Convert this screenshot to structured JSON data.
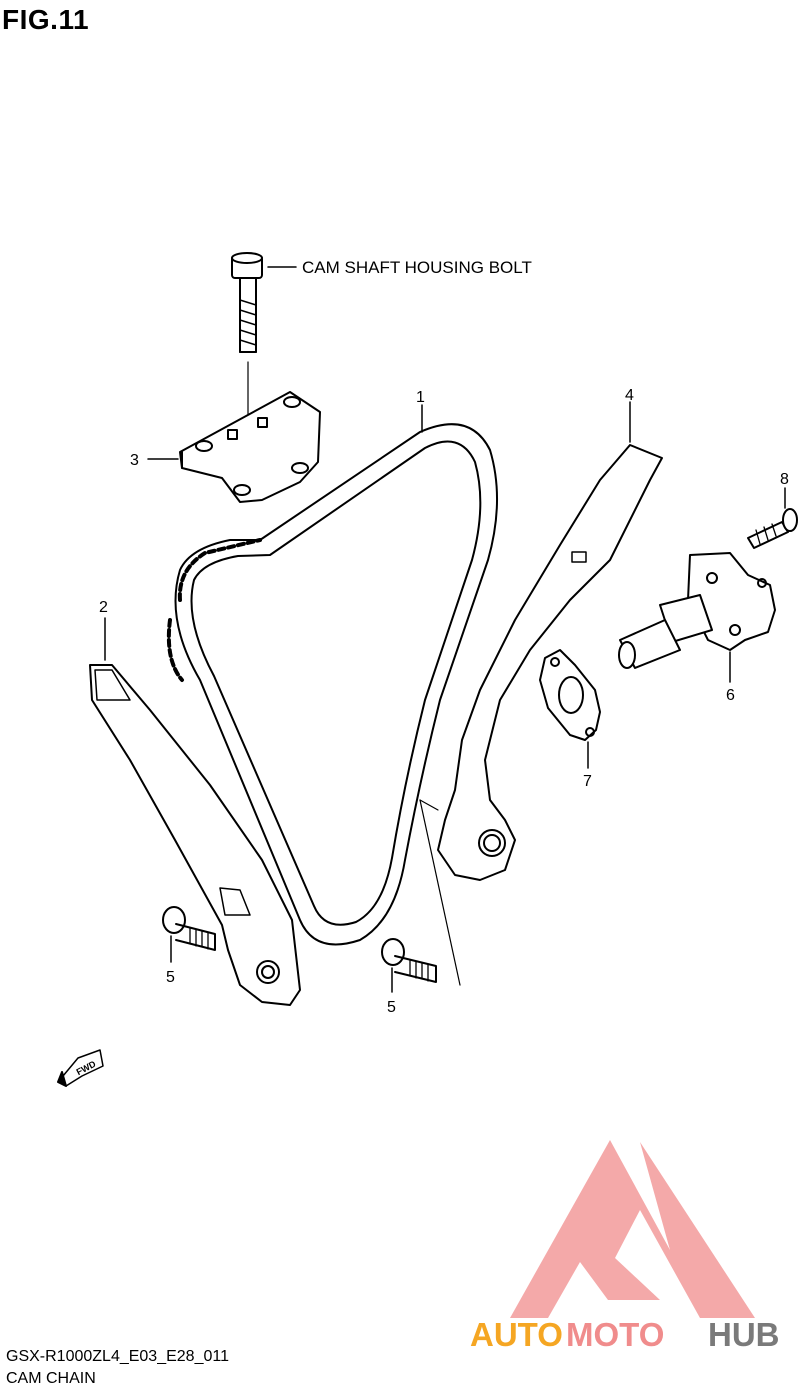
{
  "figure": {
    "title": "FIG.11"
  },
  "callout": {
    "bolt_label": "CAM SHAFT HOUSING BOLT"
  },
  "parts": [
    {
      "ref": "1"
    },
    {
      "ref": "2"
    },
    {
      "ref": "3"
    },
    {
      "ref": "4"
    },
    {
      "ref": "5"
    },
    {
      "ref": "5"
    },
    {
      "ref": "6"
    },
    {
      "ref": "7"
    },
    {
      "ref": "8"
    }
  ],
  "direction_badge": {
    "text": "FWD"
  },
  "watermark": {
    "text_a": "AUTO",
    "text_b": "MOTO",
    "text_c": "HUB",
    "color_a": "#f5a623",
    "color_b": "#f08c8c",
    "color_c": "#7a7a7a"
  },
  "footer": {
    "model_code": "GSX-R1000ZL4_E03_E28_011",
    "section_name": "CAM CHAIN"
  }
}
